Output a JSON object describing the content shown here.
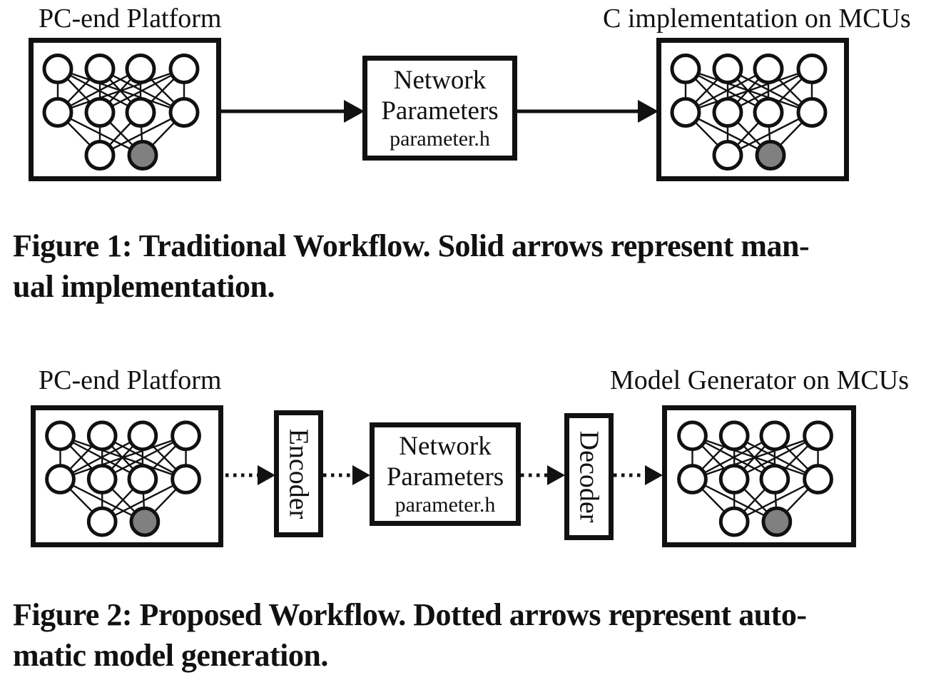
{
  "colors": {
    "ink": "#111111",
    "node_fill": "#ffffff",
    "node_highlight": "#808080",
    "bg": "#ffffff"
  },
  "figure1": {
    "platform_label": "PC-end Platform",
    "target_label": "C implementation on MCUs",
    "params_box": {
      "title_line1": "Network",
      "title_line2": "Parameters",
      "filename": "parameter.h"
    },
    "caption": {
      "line1": "Figure 1: Traditional Workflow. Solid arrows represent man-",
      "line2": "ual implementation."
    }
  },
  "figure2": {
    "platform_label": "PC-end Platform",
    "encoder_label": "Encoder",
    "decoder_label": "Decoder",
    "target_label": "Model Generator on MCUs",
    "params_box": {
      "title_line1": "Network",
      "title_line2": "Parameters",
      "filename": "parameter.h"
    },
    "caption": {
      "line1": "Figure 2: Proposed Workflow. Dotted arrows represent auto-",
      "line2": "matic model generation."
    }
  }
}
